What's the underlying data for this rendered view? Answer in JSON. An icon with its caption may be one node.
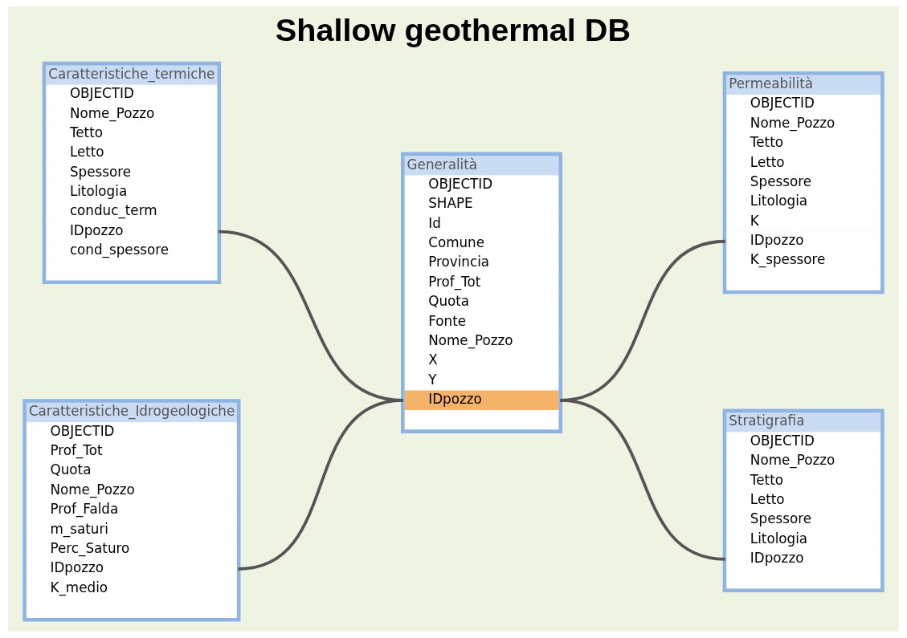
{
  "diagram": {
    "title": "Shallow geothermal DB",
    "nodes": [
      {
        "text": [
          "Caratteristiche_termiche",
          "OBJECTID",
          "Nome_Pozzo",
          "Tetto",
          "Letto",
          "Spessore",
          "Litologia",
          "conduc_term",
          "IDpozzo",
          "cond_spessore"
        ]
      },
      {
        "text": [
          "Permeabilità",
          "OBJECTID",
          "Nome_Pozzo",
          "Tetto",
          "Letto",
          "Spessore",
          "Litologia",
          "K",
          "IDpozzo",
          "K_spessore"
        ]
      },
      {
        "text": [
          "Generalità",
          "OBJECTID",
          "SHAPE",
          "Id",
          "Comune",
          "Provincia",
          "Prof_Tot",
          "Quota",
          "Fonte",
          "Nome_Pozzo",
          "X",
          "Y",
          "IDpozzo"
        ]
      },
      {
        "text": [
          "Caratteristiche_Idrogeologiche",
          "OBJECTID",
          "Prof_Tot",
          "Quota",
          "Nome_Pozzo",
          "Prof_Falda",
          "m_saturi",
          "Perc_Saturo",
          "IDpozzo",
          "K_medio"
        ]
      },
      {
        "text": [
          "Stratigrafia",
          "OBJECTID",
          "Nome_Pozzo",
          "Tetto",
          "Letto",
          "Spessore",
          "Litologia",
          "IDpozzo"
        ]
      }
    ],
    "edges": [
      {
        "from": 0,
        "to": 2,
        "arrow": "none"
      },
      {
        "from": 2,
        "to": 1,
        "arrow": "none"
      },
      {
        "from": 3,
        "to": 2,
        "arrow": "none"
      },
      {
        "from": 2,
        "to": 4,
        "arrow": "none"
      }
    ]
  }
}
